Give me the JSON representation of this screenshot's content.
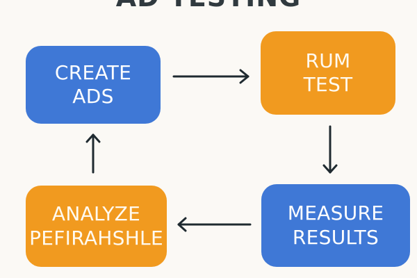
{
  "title": "AD TESTING",
  "nodes": {
    "create": {
      "label": "CREATE\nADS",
      "color": "#3f78d6"
    },
    "run": {
      "label": "RUM\nTEST",
      "color": "#f19a1f"
    },
    "measure": {
      "label": "MEASURE\nRESULTS",
      "color": "#3f78d6"
    },
    "analyze": {
      "label": "ANALYZE\nPEFIRAHSHLE",
      "color": "#f19a1f"
    }
  }
}
